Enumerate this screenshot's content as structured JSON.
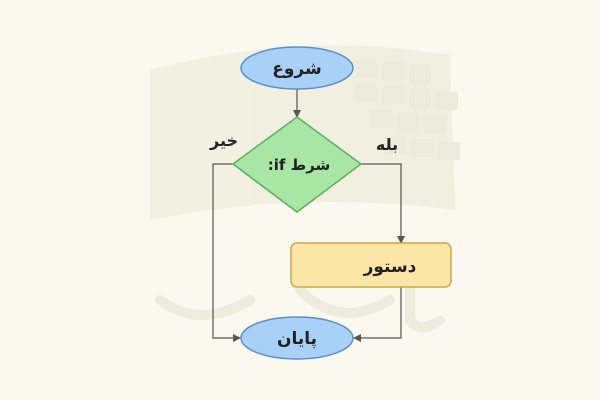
{
  "flowchart": {
    "nodes": {
      "start": {
        "label": "شروع",
        "shape": "ellipse",
        "fill": "#a9d1f7",
        "stroke": "#5b8fc9"
      },
      "condition": {
        "label": "شرط if:",
        "shape": "diamond",
        "fill": "#a8e6a6",
        "stroke": "#5fae5d"
      },
      "statement": {
        "label": "دستور",
        "shape": "rounded-rectangle",
        "fill": "#fbe6a8",
        "stroke": "#c9a84a"
      },
      "end": {
        "label": "پایان",
        "shape": "ellipse",
        "fill": "#a9d1f7",
        "stroke": "#5b8fc9"
      }
    },
    "edges": {
      "yes_label": "بله",
      "no_label": "خیر"
    },
    "colors": {
      "background": "#fbf9ef",
      "arrow": "#555555",
      "watermark": "#efede0"
    },
    "watermark_icon": "logo-watermark"
  }
}
